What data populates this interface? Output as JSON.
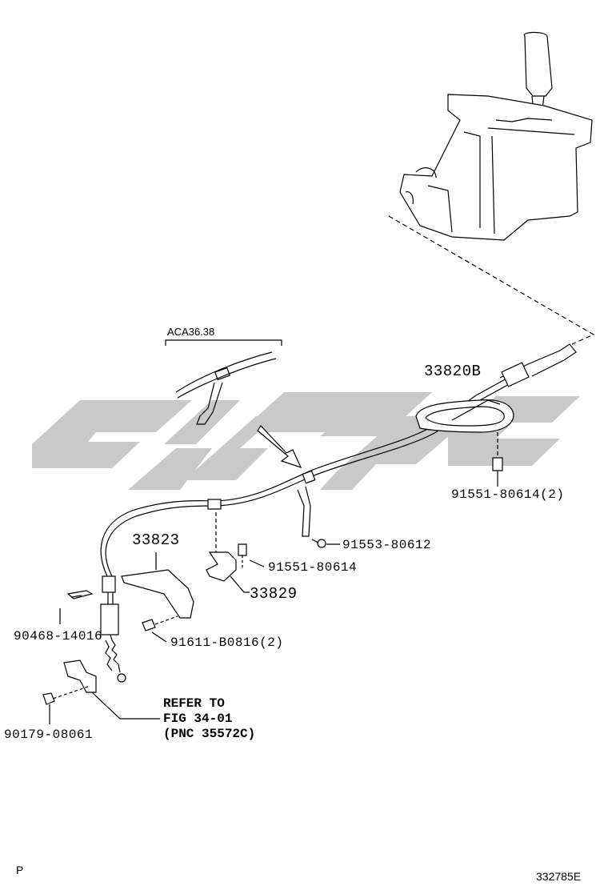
{
  "variant": "ACA36.38",
  "parts": {
    "p33820B": "33820B",
    "p33823": "33823",
    "p33829": "33829",
    "p9155180614_2": "91551-80614(2)",
    "p9155380612": "91553-80612",
    "p9155180614": "91551-80614",
    "p9046814016": "90468-14016",
    "p91611B0816_2": "91611-B0816(2)",
    "p9017908061": "90179-08061"
  },
  "refer": {
    "line1": "REFER TO",
    "line2": "FIG 34-01",
    "line3": "(PNC 35572C)"
  },
  "footer": {
    "left": "P",
    "right": "332785E"
  },
  "colors": {
    "line": "#000000",
    "watermark": "#c8c8c8"
  }
}
